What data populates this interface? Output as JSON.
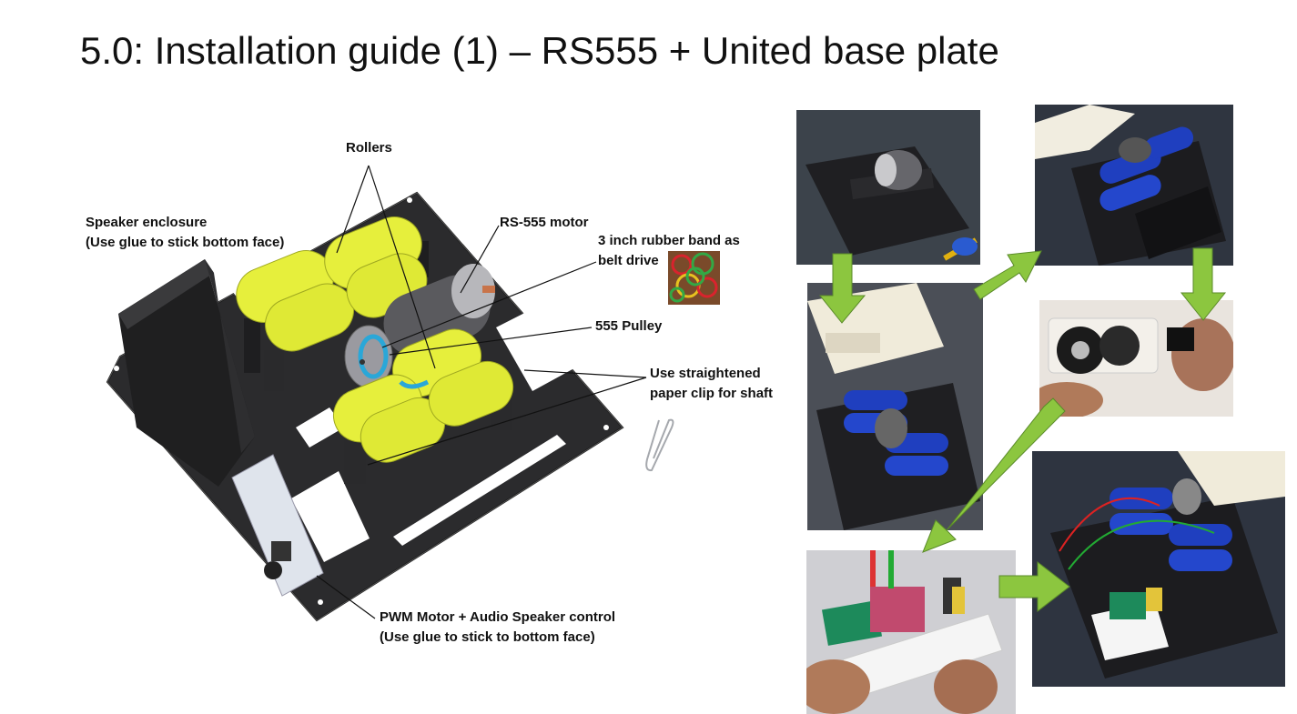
{
  "slide": {
    "title": "5.0: Installation guide (1) – RS555 + United base plate"
  },
  "labels": {
    "rollers": "Rollers",
    "speaker_line1": "Speaker enclosure",
    "speaker_line2": "(Use glue to stick bottom face)",
    "motor": "RS-555 motor",
    "band_line1": "3 inch rubber band as",
    "band_line2": "belt drive",
    "pulley": "555 Pulley",
    "shaft_line1": "Use straightened",
    "shaft_line2": "paper clip for shaft",
    "pwm_line1": "PWM Motor + Audio Speaker control",
    "pwm_line2": "(Use glue to stick to bottom face)"
  },
  "colors": {
    "roller": "#e6ef3c",
    "plate": "#2c2c2e",
    "belt": "#2aa7d8",
    "arrow": "#8cc63f",
    "battery": "#1f3fbf"
  }
}
